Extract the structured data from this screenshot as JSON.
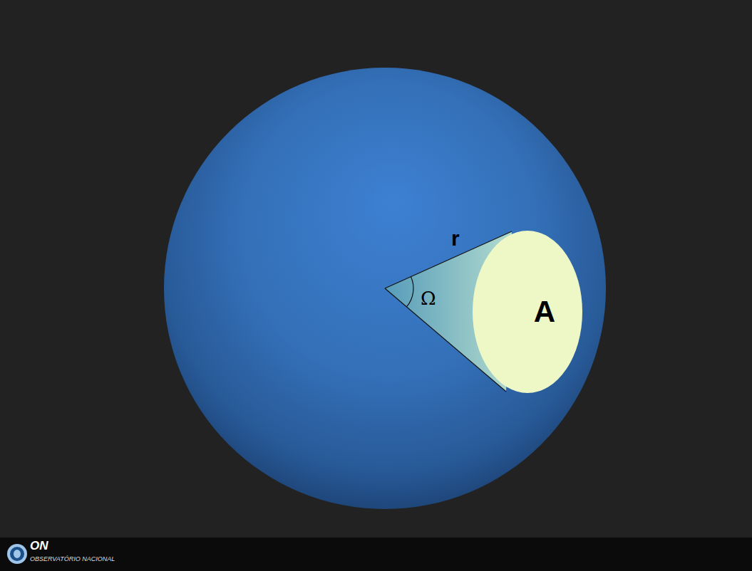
{
  "diagram": {
    "nodes": [
      {
        "text": [
          "A"
        ]
      }
    ],
    "labels": [
      "r",
      "Ω",
      "ON",
      "OBSERVATÓRIO NACIONAL"
    ]
  }
}
